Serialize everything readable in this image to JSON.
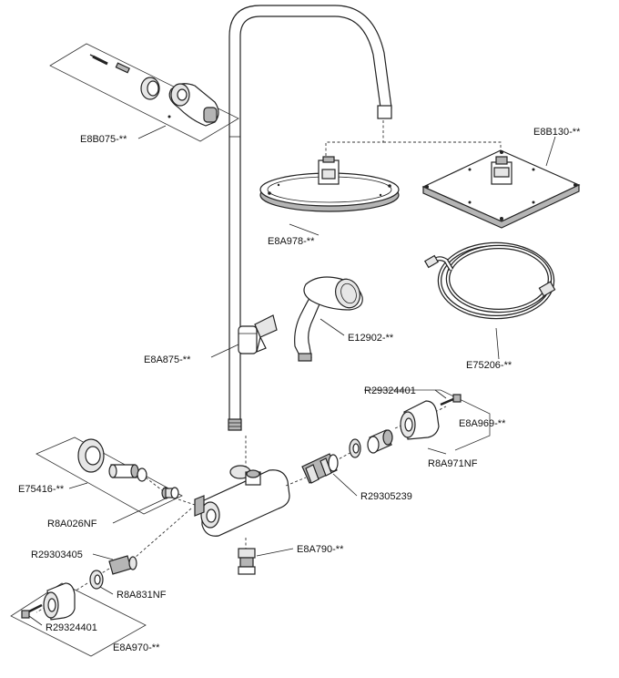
{
  "parts": {
    "e8b075": "E8B075-**",
    "e8a978": "E8A978-**",
    "e8b130": "E8B130-**",
    "e12902": "E12902-**",
    "e8a875": "E8A875-**",
    "e75206": "E75206-**",
    "r29324401_top": "R29324401",
    "e8a969": "E8A969-**",
    "r8a971nf": "R8A971NF",
    "e75416": "E75416-**",
    "r29305239": "R29305239",
    "r8a026nf": "R8A026NF",
    "e8a790": "E8A790-**",
    "r29303405": "R29303405",
    "r8a831nf": "R8A831NF",
    "r29324401_bottom": "R29324401",
    "e8a970": "E8A970-**"
  }
}
